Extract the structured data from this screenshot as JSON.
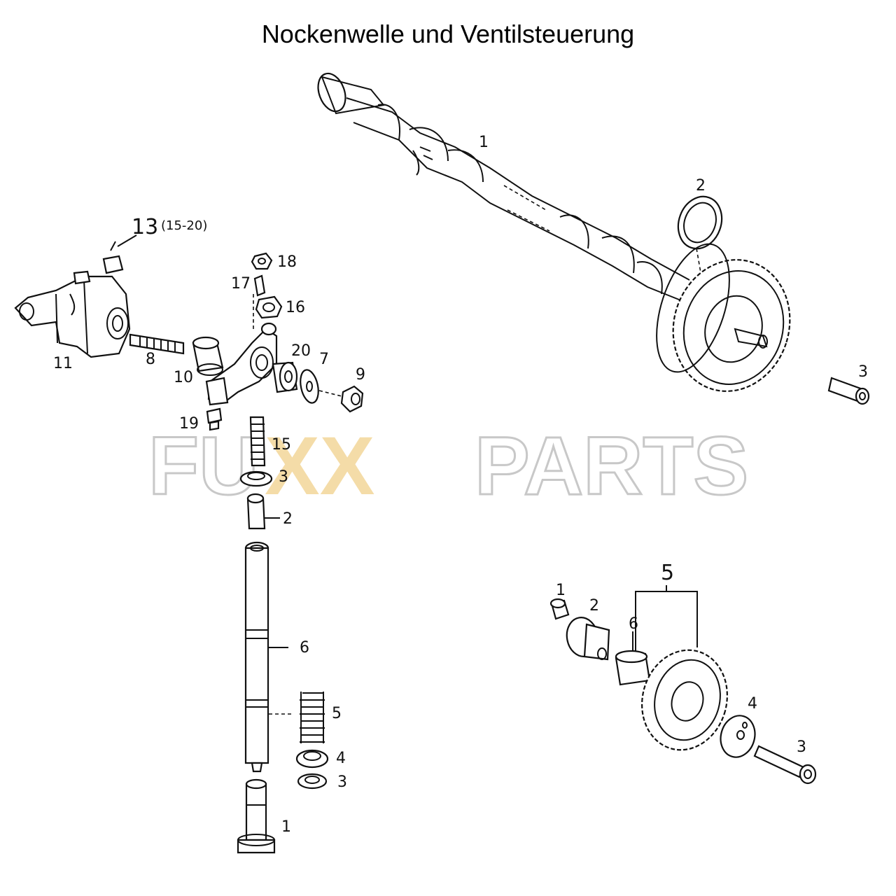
{
  "title": "Nockenwelle und Ventilsteuerung",
  "watermark": {
    "prefix": "FU",
    "middle": "XX",
    "suffix": "PARTS",
    "outline_color": "#c8c8c8",
    "accent_color": "#f3d79a"
  },
  "camshaft_labels": {
    "camshaft": "1",
    "ring": "2",
    "bolt": "3"
  },
  "rocker_labels": {
    "assembly": "13",
    "assembly_range": "(15-20)",
    "nut": "18",
    "pin": "17",
    "lock_nut": "16",
    "rocker_bracket": "11",
    "stud": "8",
    "bushing": "10",
    "washer_20": "20",
    "washer_7": "7",
    "nut_9": "9",
    "screw_19": "19",
    "adjust_screw": "15",
    "cap": "3"
  },
  "valve_labels": {
    "upper_cap": "2",
    "push_rod": "6",
    "spring": "5",
    "spring_seat": "4",
    "lower_seat": "3",
    "tappet": "1"
  },
  "gear_labels": {
    "group": "5",
    "plug": "1",
    "hub": "2",
    "bush": "6",
    "plate": "4",
    "screw": "3"
  }
}
